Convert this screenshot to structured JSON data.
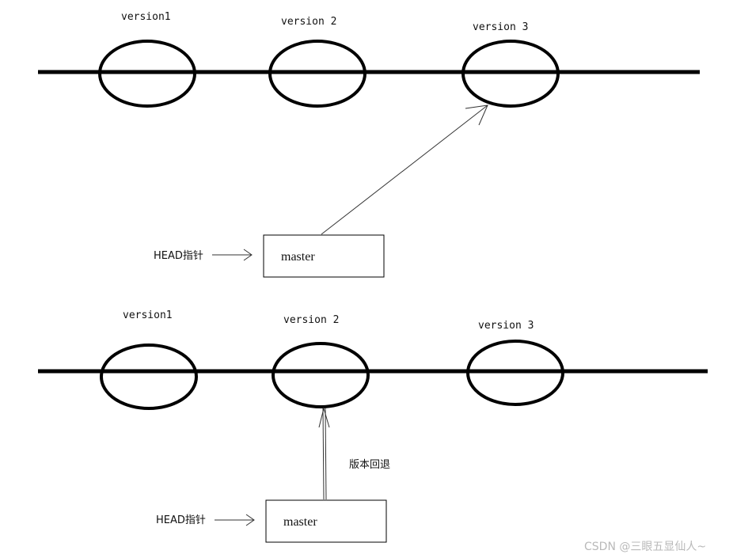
{
  "top_panel": {
    "versions": [
      {
        "label": "version1"
      },
      {
        "label": "version 2"
      },
      {
        "label": "version 3"
      }
    ],
    "branch_label": "master",
    "head_label": "HEAD指针"
  },
  "bottom_panel": {
    "versions": [
      {
        "label": "version1"
      },
      {
        "label": "version 2"
      },
      {
        "label": "version 3"
      }
    ],
    "branch_label": "master",
    "head_label": "HEAD指针",
    "rollback_label": "版本回退"
  },
  "watermark": "CSDN @三眼五显仙人~"
}
